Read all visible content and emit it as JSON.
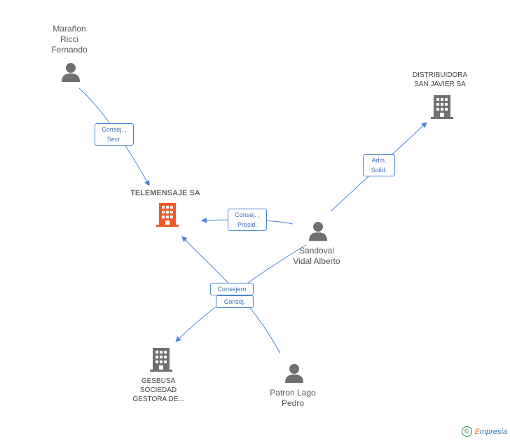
{
  "nodes": {
    "maranon": {
      "label": "Marañon\nRicci\nFernando",
      "type": "person-icon"
    },
    "distribuidora": {
      "label": "DISTRIBUIDORA\nSAN JAVIER SA",
      "type": "building-icon"
    },
    "telemensaje": {
      "label": "TELEMENSAJE SA",
      "type": "building-icon"
    },
    "sandoval": {
      "label": "Sandoval\nVidal Alberto",
      "type": "person-icon"
    },
    "gesbusa": {
      "label": "GESBUSA\nSOCIEDAD\nGESTORA DE...",
      "type": "building-icon"
    },
    "patron": {
      "label": "Patron Lago\nPedro",
      "type": "person-icon"
    }
  },
  "edges": {
    "maranon_telemensaje": "Consej. ,\nSecr.",
    "sandoval_distribuidora": "Adm.\nSolid.",
    "sandoval_telemensaje": "Consej. ,\nPresid.",
    "patron_telemensaje": "Consejero",
    "sandoval_gesbusa": "Consej."
  },
  "colors": {
    "edge": "#4a86d4",
    "icon": "#707070",
    "focus_icon": "#f05a28"
  },
  "footer": {
    "copyright": "©",
    "brand_initial": "E",
    "brand_rest": "mpresia"
  }
}
